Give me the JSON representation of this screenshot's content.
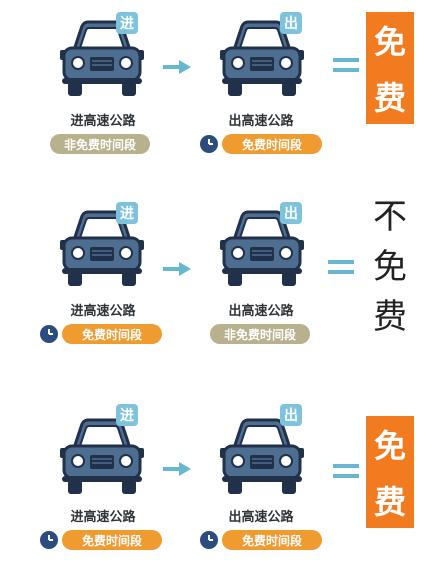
{
  "colors": {
    "car_body": "#4e6e91",
    "car_dark": "#22314a",
    "badge": "#7fc2dc",
    "pill_gray": "#b9b08d",
    "pill_orange": "#ef9b2f",
    "clock": "#2c4b7e",
    "arrow": "#67b7d1",
    "result_box": "#f27b1f"
  },
  "scenarios": [
    {
      "enter": {
        "badge": "进",
        "label": "进高速公路",
        "period": "非免费时间段",
        "style": "gray"
      },
      "exit": {
        "badge": "出",
        "label": "出高速公路",
        "period": "免费时间段",
        "style": "orange"
      },
      "result": {
        "chars": [
          "免",
          "费"
        ],
        "highlight": true
      }
    },
    {
      "enter": {
        "badge": "进",
        "label": "进高速公路",
        "period": "免费时间段",
        "style": "orange"
      },
      "exit": {
        "badge": "出",
        "label": "出高速公路",
        "period": "非免费时间段",
        "style": "gray"
      },
      "result": {
        "chars": [
          "不",
          "免",
          "费"
        ],
        "highlight": false
      }
    },
    {
      "enter": {
        "badge": "进",
        "label": "进高速公路",
        "period": "免费时间段",
        "style": "orange"
      },
      "exit": {
        "badge": "出",
        "label": "出高速公路",
        "period": "免费时间段",
        "style": "orange"
      },
      "result": {
        "chars": [
          "免",
          "费"
        ],
        "highlight": true
      }
    }
  ]
}
